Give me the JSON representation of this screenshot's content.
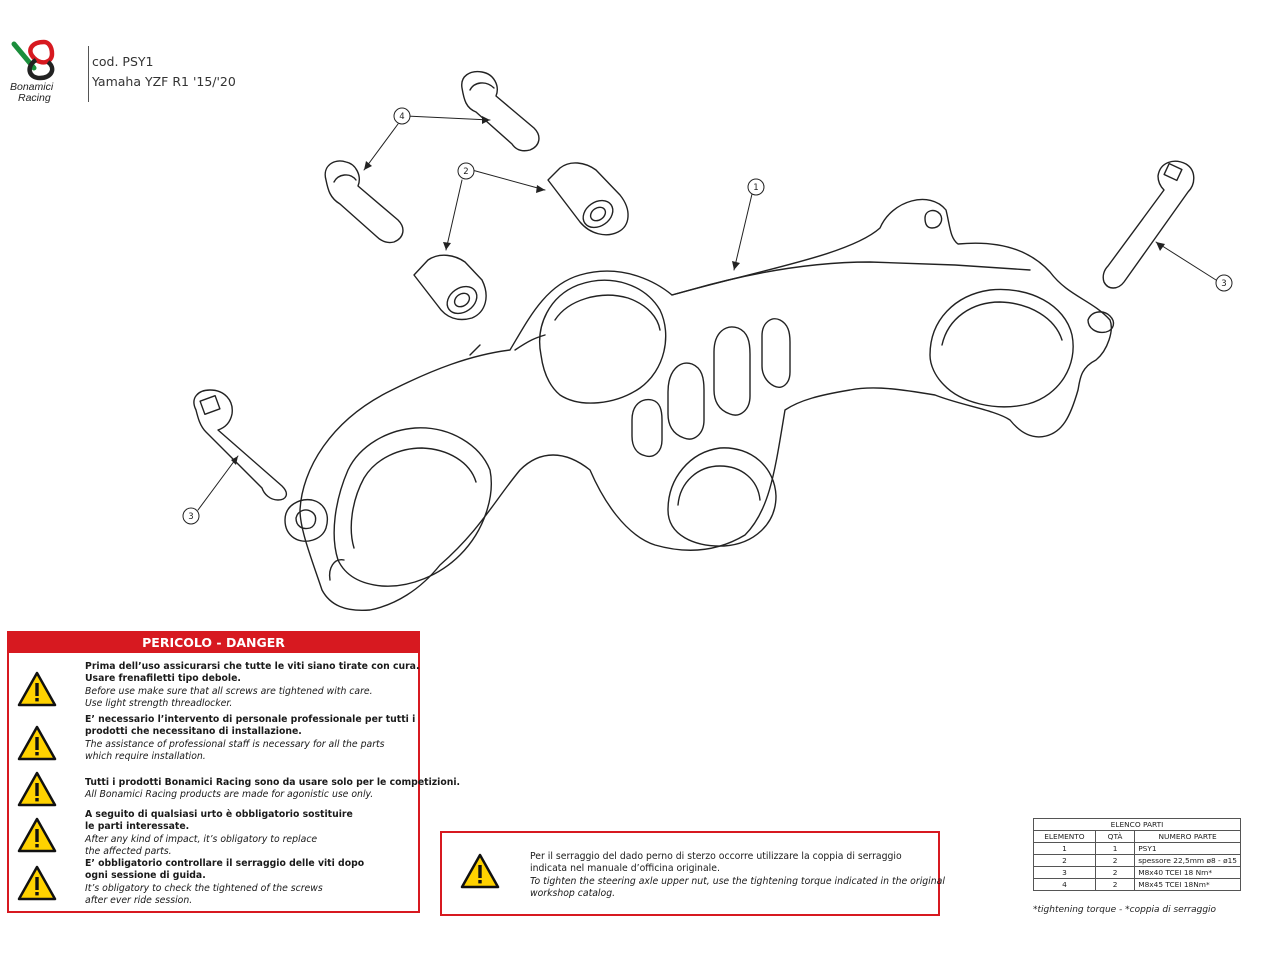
{
  "header": {
    "brand_line1": "Bonamici",
    "brand_line2": "Racing",
    "code": "cod. PSY1",
    "model": "Yamaha YZF R1 '15/'20"
  },
  "callouts": {
    "c1": "1",
    "c2": "2",
    "c3_left": "3",
    "c3_right": "3",
    "c4": "4"
  },
  "danger": {
    "title": "PERICOLO - DANGER",
    "groups": [
      {
        "icon": "warning-triangle-icon",
        "lines": [
          {
            "text": "Prima dell’uso assicurarsi che tutte le viti siano tirate con cura.",
            "style": "bold"
          },
          {
            "text": "Usare frenafiletti tipo debole.",
            "style": "bold"
          },
          {
            "text": "Before use make sure that all screws are tightened with care.",
            "style": "italic"
          },
          {
            "text": "Use light strength threadlocker.",
            "style": "italic"
          }
        ]
      },
      {
        "icon": "warning-triangle-icon",
        "lines": [
          {
            "text": "E’ necessario l’intervento di personale professionale per tutti i",
            "style": "bold"
          },
          {
            "text": "prodotti che necessitano di installazione.",
            "style": "bold"
          },
          {
            "text": "The assistance of professional staff is necessary for all the parts",
            "style": "italic"
          },
          {
            "text": "which require installation.",
            "style": "italic"
          }
        ]
      },
      {
        "icon": "warning-triangle-icon",
        "lines": [
          {
            "text": "Tutti i prodotti Bonamici Racing sono da usare solo per le competizioni.",
            "style": "bold"
          },
          {
            "text": "All Bonamici Racing products are made for agonistic use only.",
            "style": "italic"
          }
        ]
      },
      {
        "icon": "warning-triangle-icon",
        "lines": [
          {
            "text": "A seguito di qualsiasi urto è obbligatorio sostituire",
            "style": "bold"
          },
          {
            "text": "le parti interessate.",
            "style": "bold"
          },
          {
            "text": "After any kind of impact, it’s obligatory to replace",
            "style": "italic"
          },
          {
            "text": "the affected parts.",
            "style": "italic"
          }
        ]
      },
      {
        "icon": "warning-triangle-icon",
        "lines": [
          {
            "text": "E’ obbligatorio controllare il serraggio delle viti dopo",
            "style": "bold"
          },
          {
            "text": "ogni sessione di guida.",
            "style": "bold"
          },
          {
            "text": "It’s obligatory to check the tightened of the screws",
            "style": "italic"
          },
          {
            "text": "after ever ride session.",
            "style": "italic"
          }
        ]
      }
    ]
  },
  "torque_notice": {
    "icon": "warning-triangle-icon",
    "lines": [
      {
        "text": "Per il serraggio del dado perno di sterzo occorre utilizzare la coppia di serraggio",
        "style": "normal"
      },
      {
        "text": "indicata nel manuale d’officina originale.",
        "style": "normal"
      },
      {
        "text": "To tighten the steering axle upper nut, use the tightening torque indicated in the original",
        "style": "italic"
      },
      {
        "text": "workshop catalog.",
        "style": "italic"
      }
    ]
  },
  "parts_list": {
    "title": "ELENCO PARTI",
    "headers": [
      "ELEMENTO",
      "QTÀ",
      "NUMERO PARTE"
    ],
    "rows": [
      [
        "1",
        "1",
        "PSY1"
      ],
      [
        "2",
        "2",
        "spessore 22,5mm ø8 - ø15"
      ],
      [
        "3",
        "2",
        "M8x40 TCEI 18 Nm*"
      ],
      [
        "4",
        "2",
        "M8x45 TCEI 18Nm*"
      ]
    ],
    "note": "*tightening torque - *coppia di serraggio"
  },
  "colors": {
    "danger_red": "#d71920",
    "warning_yellow": "#ffd200",
    "logo_green": "#1b8e3c"
  }
}
